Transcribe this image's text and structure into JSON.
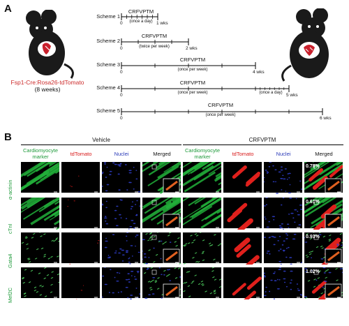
{
  "panel_a": {
    "letter": "A",
    "mouse_label_line1": "Fsp1-Cre:Rosa26-tdTomato",
    "mouse_label_line2": "(8 weeks)",
    "schemes": [
      {
        "name": "Scheme 1",
        "drug": "CRFVPTM",
        "freq": "(once a day)",
        "start": "0",
        "end": "1 wks"
      },
      {
        "name": "Scheme 2",
        "drug": "CRFVPTM",
        "freq": "(twice per week)",
        "start": "0",
        "end": "2 wks"
      },
      {
        "name": "Scheme 3",
        "drug": "CRFVPTM",
        "freq": "(once per week)",
        "start": "0",
        "end": "4 wks"
      },
      {
        "name": "Scheme 4",
        "drug": "CRFVPTM",
        "freq": "(once per week)",
        "freq2": "(once a day)",
        "start": "0",
        "end": "5 wks"
      },
      {
        "name": "Scheme 5",
        "drug": "CRFVPTM",
        "freq": "(once per week)",
        "start": "0",
        "end": "6 wks"
      }
    ],
    "colors": {
      "label_red": "#cc2a2a",
      "heart_red": "#c8202c"
    }
  },
  "panel_b": {
    "letter": "B",
    "group_vehicle": "Vehicle",
    "group_treated": "CRFVPTM",
    "col_marker_line1": "Cardiomyocyte",
    "col_marker_line2": "marker",
    "col_tdtomato": "tdTomato",
    "col_nuclei": "Nuclei",
    "col_merged": "Merged",
    "rows": [
      {
        "label": "α-actinin",
        "pct": "0.78%"
      },
      {
        "label": "cTnI",
        "pct": "0.61%"
      },
      {
        "label": "Gata4",
        "pct": "0.93%"
      },
      {
        "label": "Mef2C",
        "pct": "1.02%"
      }
    ],
    "colors": {
      "green": "#1e9a3a",
      "red": "#d81818",
      "blue": "#2a3ab8"
    }
  }
}
